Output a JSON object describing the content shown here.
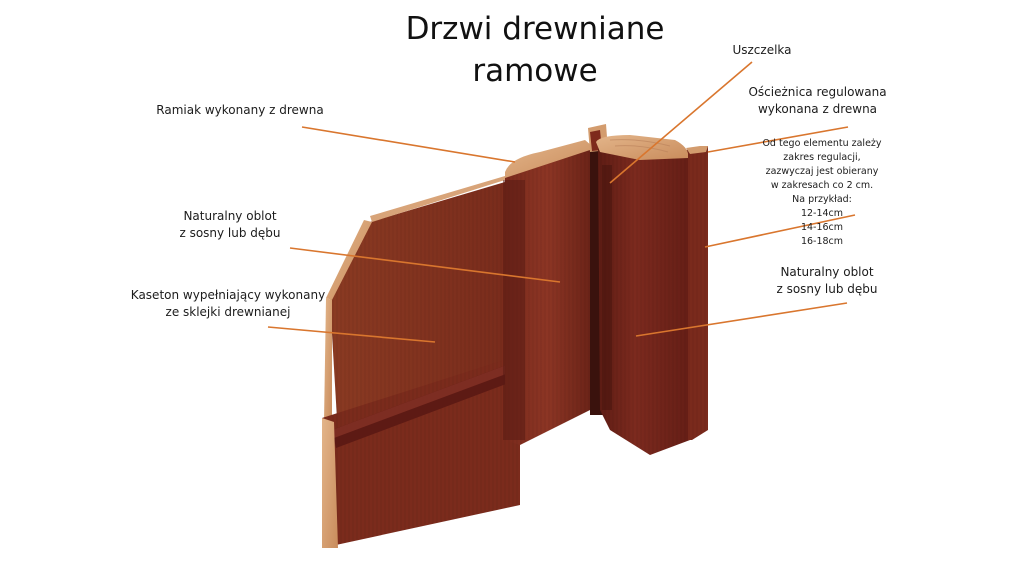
{
  "title": {
    "line1": "Drzwi drewniane",
    "line2": "ramowe"
  },
  "labels": {
    "ramiak": {
      "line1": "Ramiak wykonany z drewna"
    },
    "oblot_left": {
      "line1": "Naturalny oblot",
      "line2": "z sosny lub dębu"
    },
    "kaseton": {
      "line1": "Kaseton wypełniający wykonany",
      "line2": "ze sklejki drewnianej"
    },
    "uszczelka": {
      "line1": "Uszczelka"
    },
    "oscieznica": {
      "line1": "Ościeżnica regulowana",
      "line2": "wykonana z drewna"
    },
    "note": {
      "lines": [
        "Od tego elementu zależy",
        "zakres regulacji,",
        "zazwyczaj jest obierany",
        "w zakresach co 2 cm.",
        "Na przykład:",
        "12-14cm",
        "14-16cm",
        "16-18cm"
      ]
    },
    "oblot_right": {
      "line1": "Naturalny oblot",
      "line2": "z sosny lub dębu"
    }
  },
  "colors": {
    "leader_line": "#d9762e",
    "wood_stain": "#7a2a1e",
    "wood_stain_dark": "#4e1812",
    "raw_wood": "#d9a77a",
    "background": "#ffffff"
  }
}
